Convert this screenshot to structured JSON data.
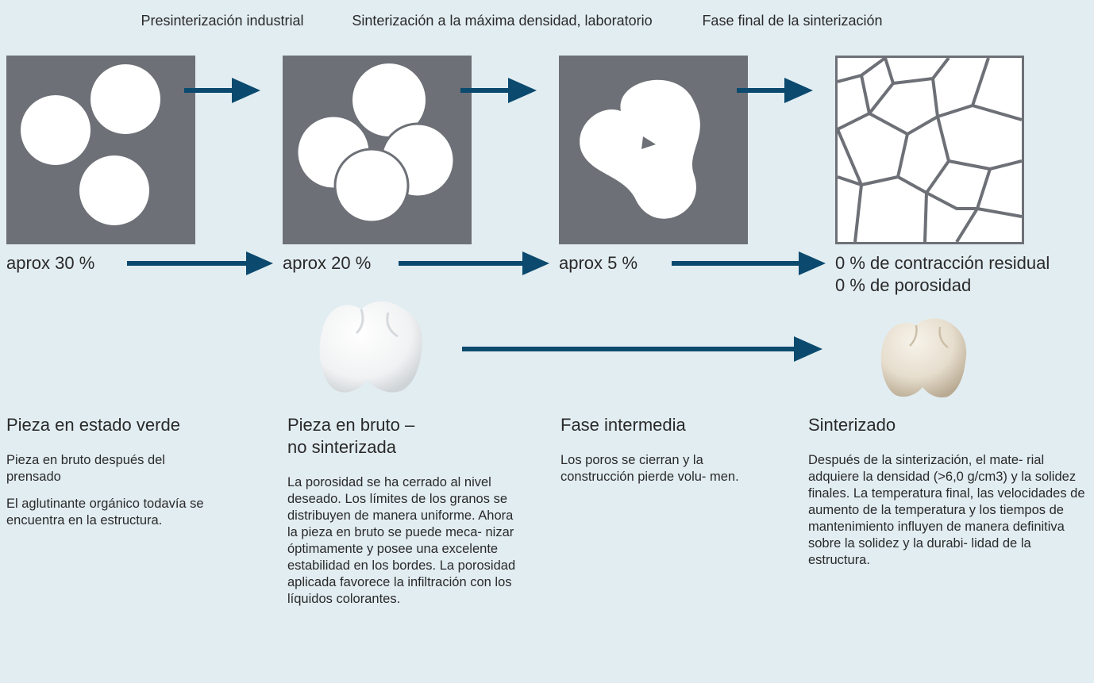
{
  "colors": {
    "background": "#e2edf2",
    "panel": "#6d7076",
    "arrow": "#0b4a6e",
    "text": "#2a2a2a"
  },
  "stage_labels": {
    "industrial": "Presinterización industrial",
    "laboratory": "Sinterización a la máxima densidad, laboratorio",
    "final_phase": "Fase final de la sinterización"
  },
  "percentages": {
    "p1": "aprox 30 %",
    "p2": "aprox 20 %",
    "p3": "aprox 5 %",
    "p4_line1": "0 % de contracción residual",
    "p4_line2": "0 % de porosidad"
  },
  "columns": [
    {
      "title": "Pieza en estado verde",
      "paragraphs": [
        "Pieza en bruto después del prensado",
        "El aglutinante orgánico todavía se encuentra en la estructura."
      ]
    },
    {
      "title_line1": "Pieza en bruto –",
      "title_line2": "no sinterizada",
      "paragraphs": [
        "La porosidad se ha cerrado al nivel deseado. Los límites de los granos se distribuyen de manera uniforme. Ahora la pieza en bruto se puede meca- nizar óptimamente y posee una excelente estabilidad en los bordes. La porosidad aplicada favorece la infiltración con los líquidos colorantes."
      ]
    },
    {
      "title": "Fase intermedia",
      "paragraphs": [
        "Los poros se cierran y la construcción pierde volu- men."
      ]
    },
    {
      "title": "Sinterizado",
      "paragraphs": [
        "Después de la sinterización, el mate- rial adquiere la densidad (>6,0 g/cm3) y la solidez finales. La temperatura final, las velocidades de aumento de la temperatura y los tiempos de mantenimiento influyen de manera definitiva sobre la solidez y la durabi- lidad de la estructura."
      ]
    }
  ],
  "icons": {
    "unsintered_tooth": "tooth-white-chalky-icon",
    "sintered_tooth": "tooth-sintered-glossy-icon"
  }
}
